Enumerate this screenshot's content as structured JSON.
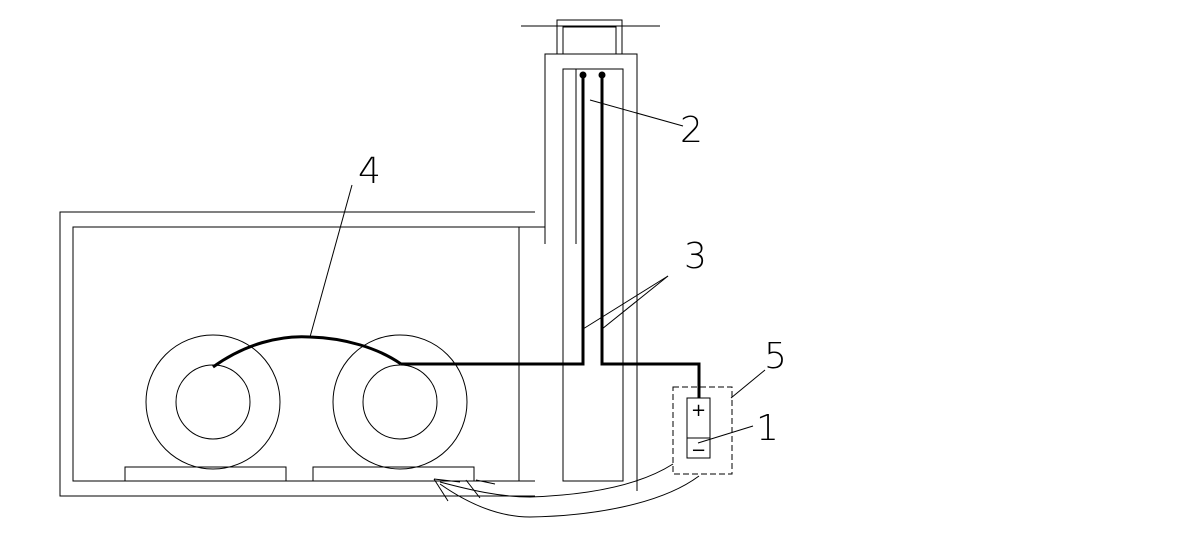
{
  "labels": {
    "battery": "1",
    "tower": "2",
    "wires": "3",
    "arc": "4",
    "enclosure": "5"
  },
  "terminals": {
    "positive": "+",
    "negative": "−"
  }
}
